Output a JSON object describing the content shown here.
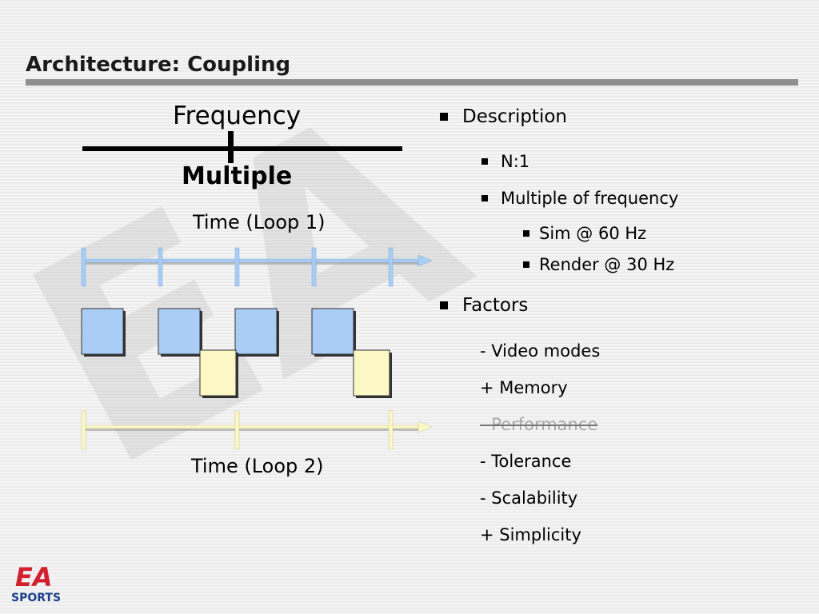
{
  "slide": {
    "title": "Architecture: Coupling"
  },
  "diagram": {
    "header": "Frequency",
    "mode": "Multiple",
    "loop1_label": "Time (Loop 1)",
    "loop2_label": "Time (Loop 2)",
    "colors": {
      "loop1": "#a9cdf5",
      "loop2": "#fbf8c6"
    }
  },
  "bullets": {
    "description": "Description",
    "items": [
      "N:1",
      "Multiple of frequency"
    ],
    "sub_items": [
      "Sim @ 60 Hz",
      "Render @ 30 Hz"
    ],
    "factors_label": "Factors",
    "factors": [
      "- Video modes",
      "+ Memory",
      "- Performance",
      "- Tolerance",
      "- Scalability",
      "+ Simplicity"
    ]
  },
  "logo": {
    "top": "EA",
    "bottom": "SPORTS"
  }
}
